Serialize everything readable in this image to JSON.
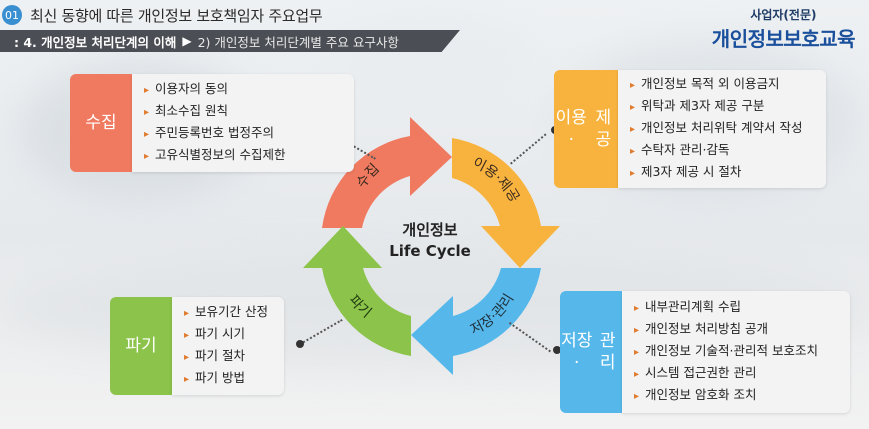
{
  "header": {
    "section_number": "01",
    "title": "최신 동향에 따른 개인정보 보호책임자 주요업무",
    "subtitle_main": ": 4. 개인정보 처리단계의 이해",
    "subtitle_arrow": "▶",
    "subtitle_sub": "2) 개인정보 처리단계별 주요 요구사항"
  },
  "brand": {
    "top": "사업자(전문)",
    "main": "개인정보보호교육"
  },
  "cycle": {
    "center_line1": "개인정보",
    "center_line2": "Life Cycle",
    "segment_collect": "수집",
    "segment_use": "이용·제공",
    "segment_store": "저장·관리",
    "segment_destroy": "파기",
    "colors": {
      "collect": "#f07a60",
      "use": "#f7b33e",
      "store": "#56b8ea",
      "destroy": "#8cc34a"
    }
  },
  "stages": {
    "collect": {
      "label": "수집",
      "items": [
        "이용자의 동의",
        "최소수집 원칙",
        "주민등록번호 법정주의",
        "고유식별정보의 수집제한"
      ]
    },
    "use": {
      "label_line1": "이용·",
      "label_line2": "제공",
      "items": [
        "개인정보 목적 외 이용금지",
        "위탁과 제3자 제공 구분",
        "개인정보 처리위탁 계약서 작성",
        "수탁자 관리·감독",
        "제3자 제공 시 절차"
      ]
    },
    "destroy": {
      "label": "파기",
      "items": [
        "보유기간 산정",
        "파기 시기",
        "파기 절차",
        "파기 방법"
      ]
    },
    "store": {
      "label_line1": "저장·",
      "label_line2": "관리",
      "items": [
        "내부관리계획 수립",
        "개인정보 처리방침 공개",
        "개인정보 기술적·관리적 보호조치",
        "시스템 접근권한 관리",
        "개인정보 암호화 조치"
      ]
    }
  }
}
